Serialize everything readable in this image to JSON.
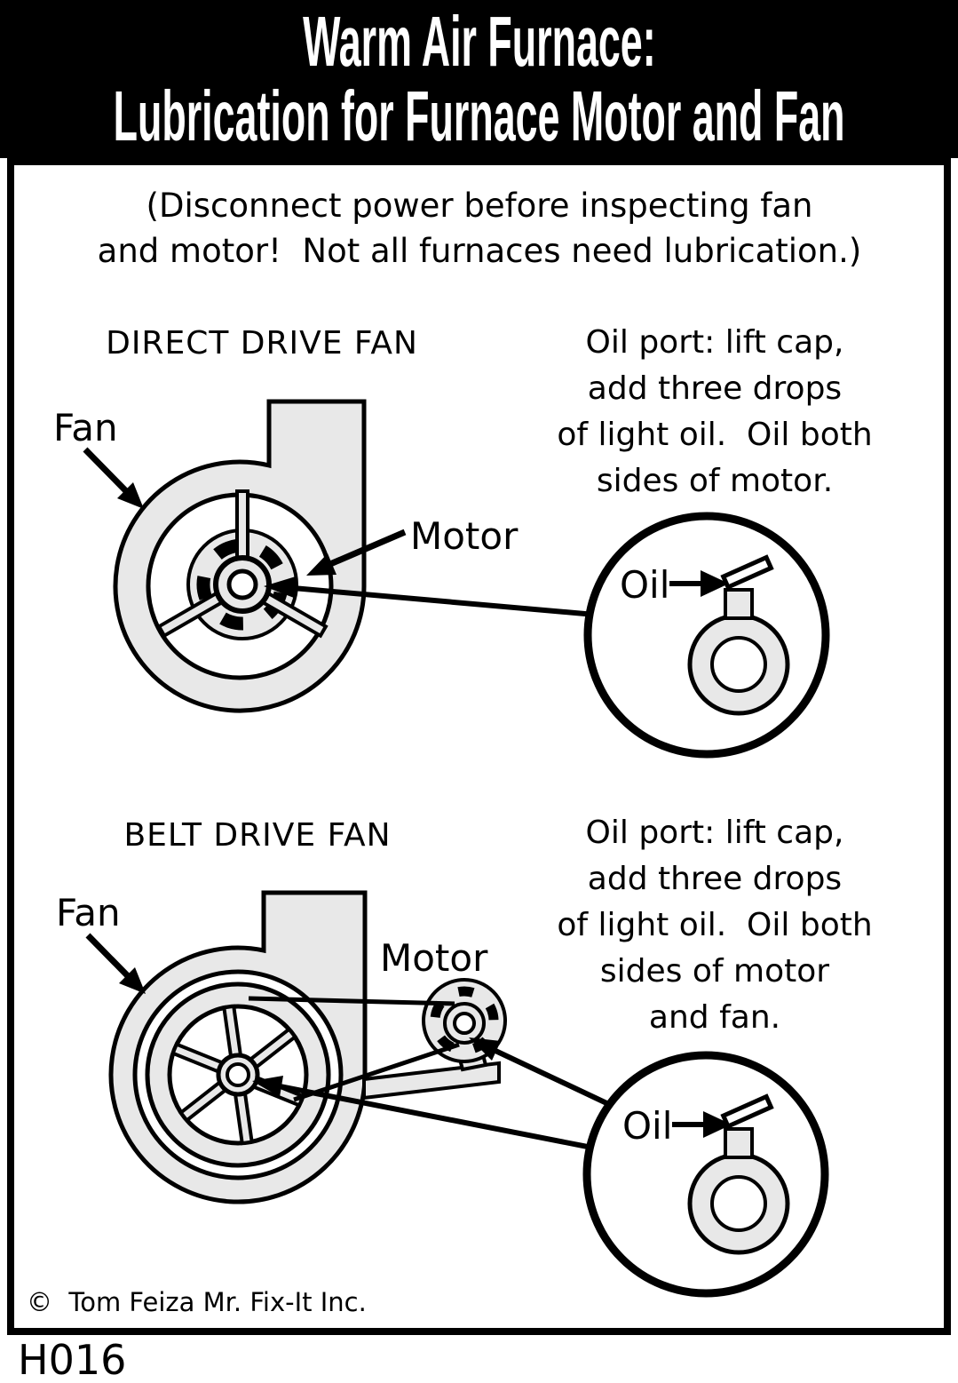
{
  "header": {
    "line1": "Warm Air Furnace:",
    "line2": "Lubrication for Furnace Motor and Fan"
  },
  "warning": "(Disconnect power before inspecting fan\nand motor!  Not all furnaces need lubrication.)",
  "direct_drive": {
    "heading": "DIRECT DRIVE FAN",
    "fan_label": "Fan",
    "motor_label": "Motor",
    "oil_label": "Oil",
    "instructions": "Oil port: lift cap,\nadd three drops\nof light oil.  Oil both\nsides of motor."
  },
  "belt_drive": {
    "heading": "BELT DRIVE FAN",
    "fan_label": "Fan",
    "motor_label": "Motor",
    "oil_label": "Oil",
    "instructions": "Oil port: lift cap,\nadd three drops\nof light oil.  Oil both\nsides of motor\nand fan."
  },
  "footer": {
    "copyright": "©  Tom Feiza Mr. Fix-It Inc.",
    "code": "H016"
  },
  "colors": {
    "ink": "#000000",
    "fill_gray": "#e8e8e8",
    "paper": "#ffffff"
  }
}
